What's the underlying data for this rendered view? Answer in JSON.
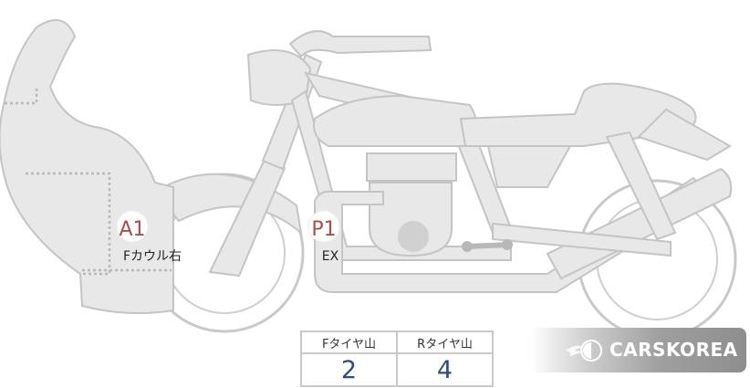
{
  "markers": [
    {
      "code": "A1",
      "label": "Fカウル右"
    },
    {
      "code": "P1",
      "label": "EX"
    }
  ],
  "tire_table": {
    "front_header": "Fタイヤ山",
    "rear_header": "Rタイヤ山",
    "front_value": "2",
    "rear_value": "4"
  },
  "logo": {
    "text": "CARSKOREA"
  },
  "colors": {
    "body_fill": "#e8e8e8",
    "body_stroke": "#c4c4c4",
    "marker_text": "#b04b4b",
    "value_text": "#2d4a8c"
  }
}
